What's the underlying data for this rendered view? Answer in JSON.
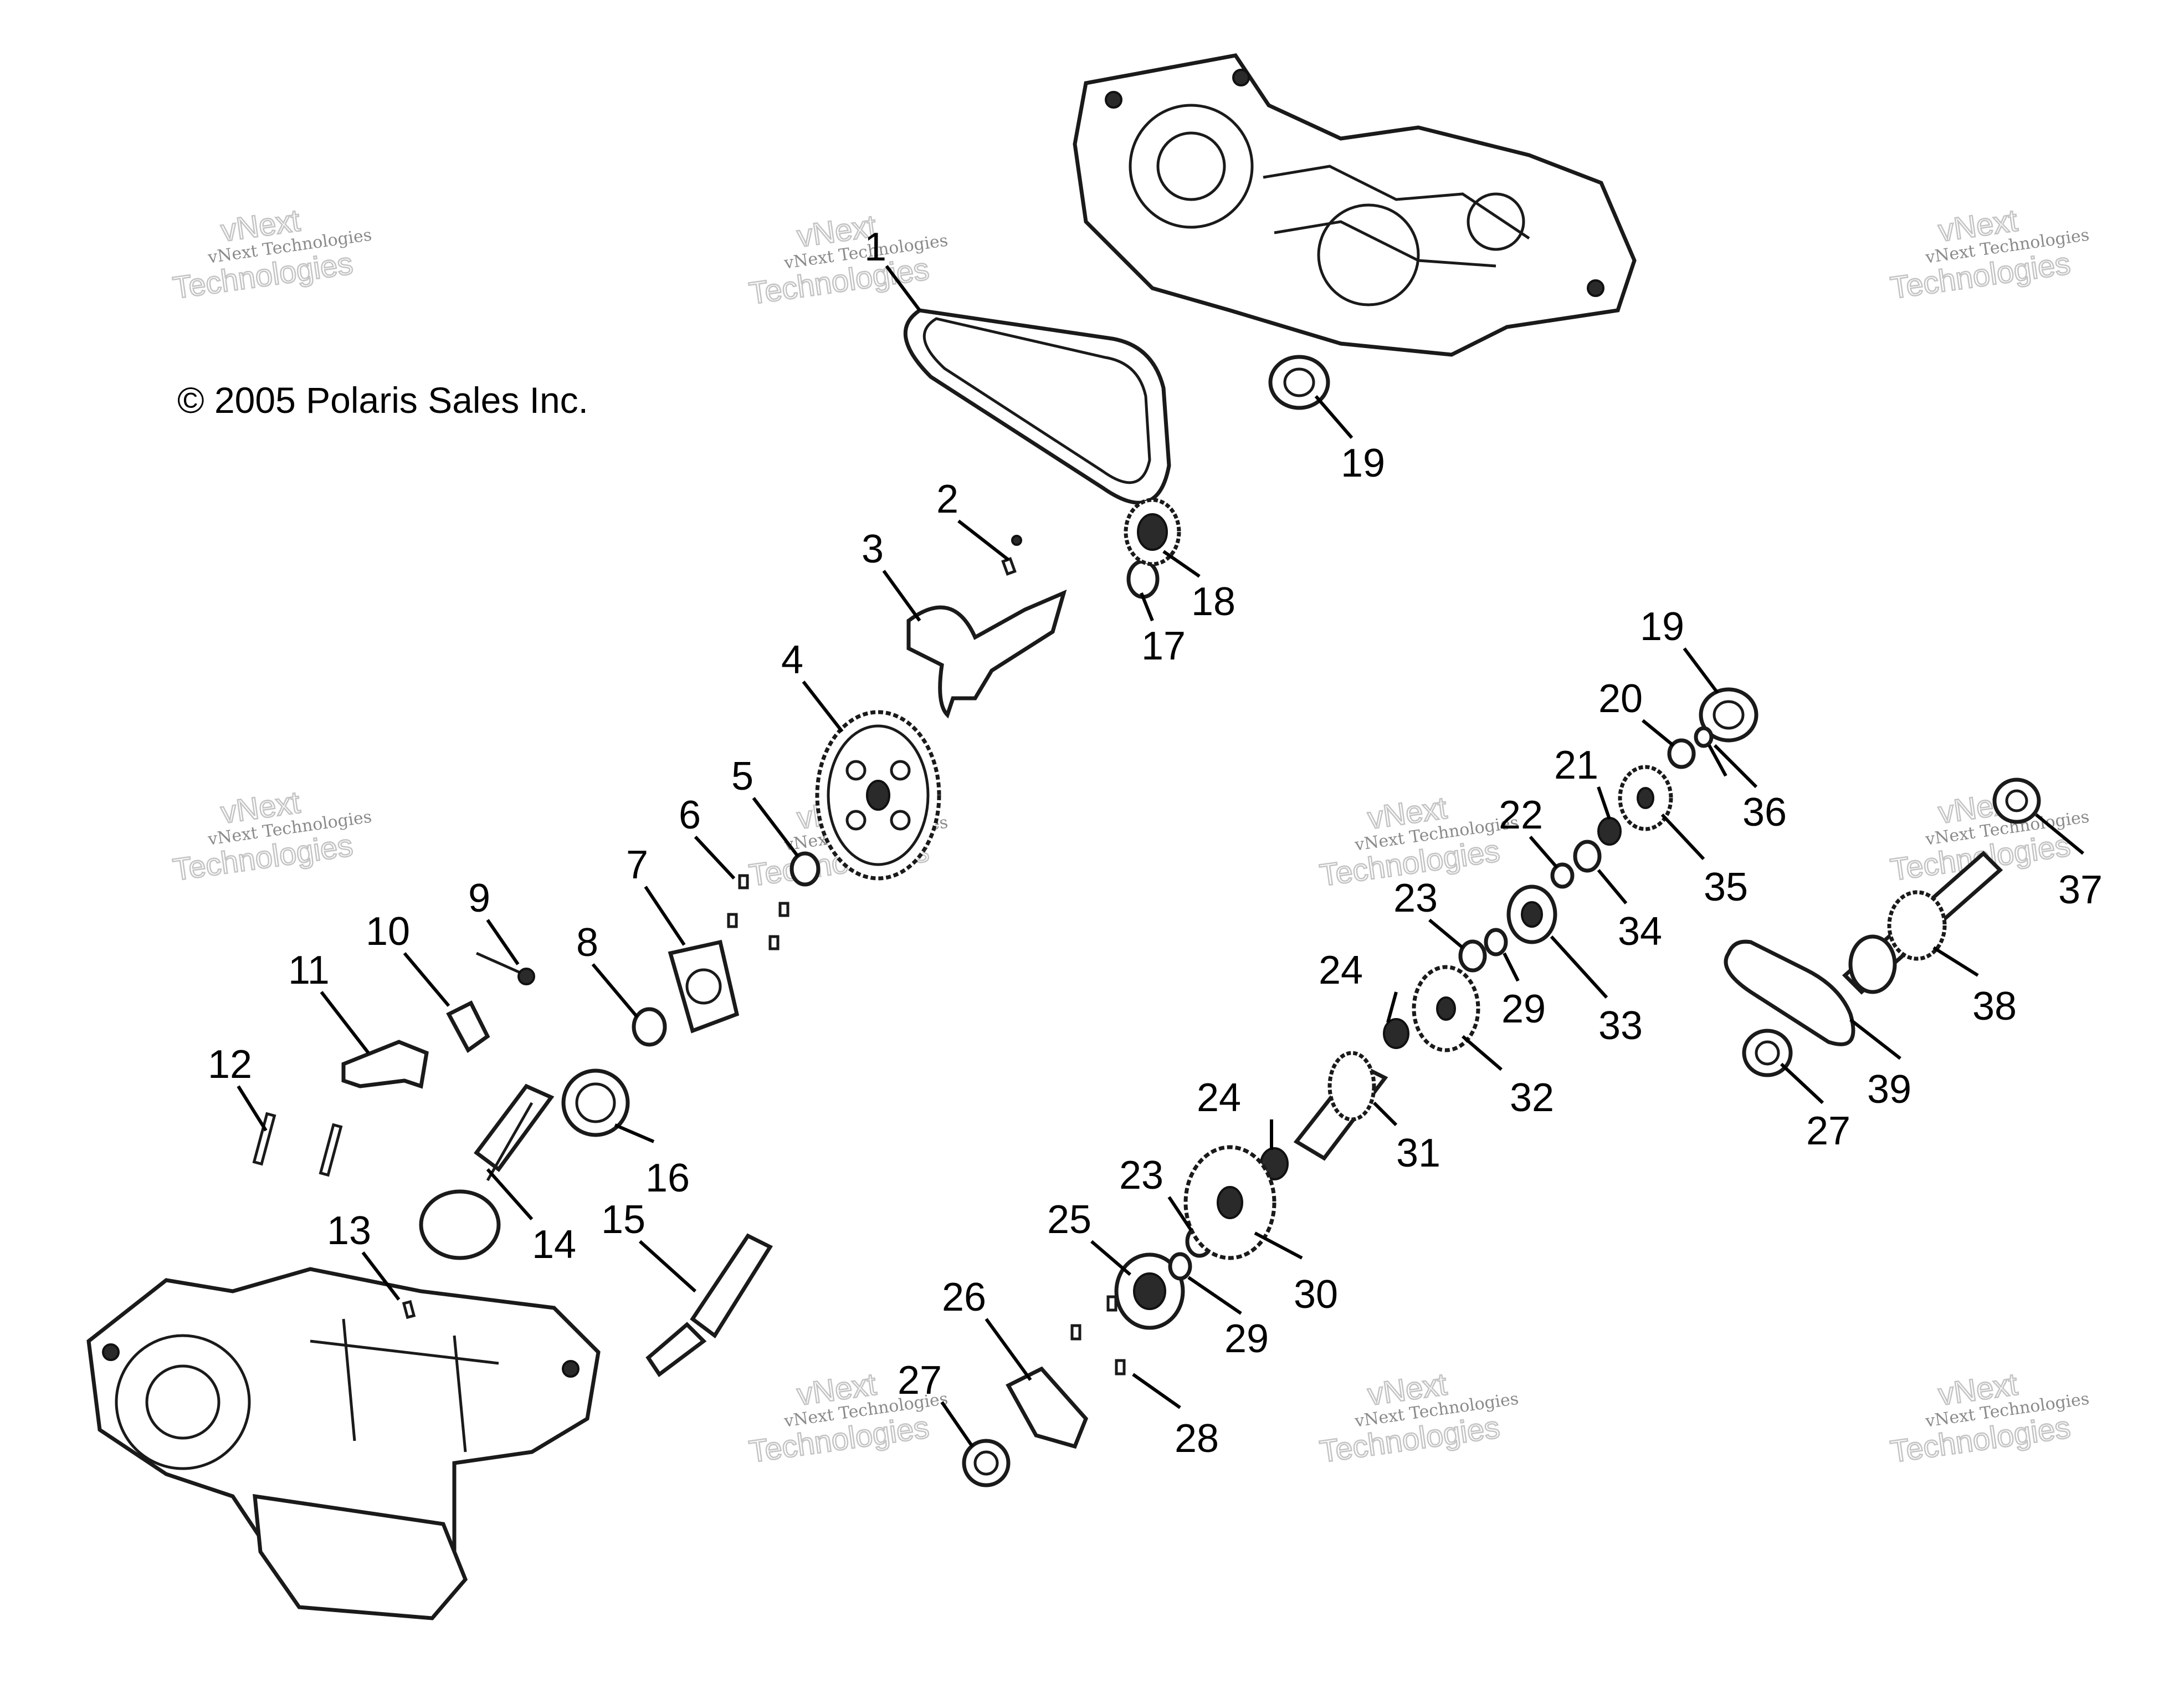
{
  "copyright": "© 2005 Polaris Sales Inc.",
  "watermark": {
    "brand_top": "vNext",
    "small_line": "vNext Technologies",
    "big_line": "Technologies"
  },
  "callouts": [
    "1",
    "2",
    "3",
    "4",
    "5",
    "6",
    "7",
    "8",
    "9",
    "10",
    "11",
    "12",
    "13",
    "14",
    "15",
    "16",
    "17",
    "18",
    "19",
    "19",
    "20",
    "21",
    "22",
    "23",
    "23",
    "24",
    "24",
    "25",
    "26",
    "27",
    "27",
    "27",
    "28",
    "29",
    "29",
    "30",
    "31",
    "32",
    "33",
    "34",
    "35",
    "36",
    "37",
    "38",
    "39"
  ]
}
